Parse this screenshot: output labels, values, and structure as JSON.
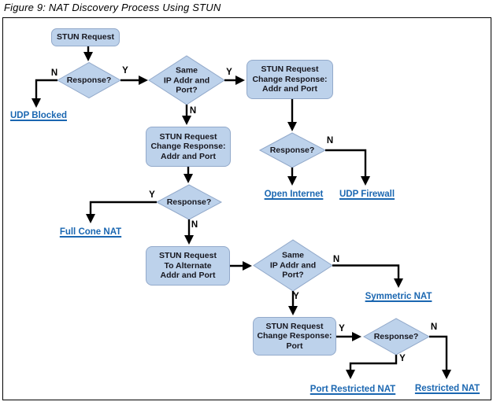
{
  "title": "Figure 9: NAT Discovery Process Using STUN",
  "palette": {
    "node_fill": "#BDD2EB",
    "node_border": "#92A9CA",
    "link_color": "#1B67B1",
    "line_color": "#000000",
    "node_text": "#17171F",
    "title_color": "#000000"
  },
  "nodes": {
    "stun_request": {
      "label": "STUN Request"
    },
    "response_1": {
      "label": "Response?"
    },
    "same_ip_1": {
      "label": "Same\nIP Addr and\nPort?"
    },
    "change_response_addr_top": {
      "label": "STUN Request\nChange Response:\nAddr and Port"
    },
    "response_top_right": {
      "label": "Response?"
    },
    "change_response_addr_mid": {
      "label": "STUN Request\nChange Response:\nAddr and Port"
    },
    "response_mid": {
      "label": "Response?"
    },
    "to_alternate": {
      "label": "STUN Request\nTo Alternate\nAddr and Port"
    },
    "same_ip_2": {
      "label": "Same\nIP Addr and\nPort?"
    },
    "change_response_port": {
      "label": "STUN Request\nChange Response:\nPort"
    },
    "response_bottom": {
      "label": "Response?"
    }
  },
  "edge_labels": {
    "response_1_n": "N",
    "response_1_y": "Y",
    "same_ip_1_y": "Y",
    "same_ip_1_n": "N",
    "response_top_right_n": "N",
    "response_mid_y": "Y",
    "response_mid_n": "N",
    "same_ip_2_n": "N",
    "same_ip_2_y": "Y",
    "change_response_port_y": "Y",
    "response_bottom_n": "N",
    "response_bottom_y": "Y"
  },
  "outcomes": {
    "udp_blocked": "UDP Blocked",
    "open_internet": "Open Internet",
    "udp_firewall": "UDP Firewall",
    "full_cone_nat": "Full Cone NAT",
    "symmetric_nat": "Symmetric NAT",
    "port_restricted_nat": "Port Restricted NAT",
    "restricted_nat": "Restricted NAT"
  }
}
